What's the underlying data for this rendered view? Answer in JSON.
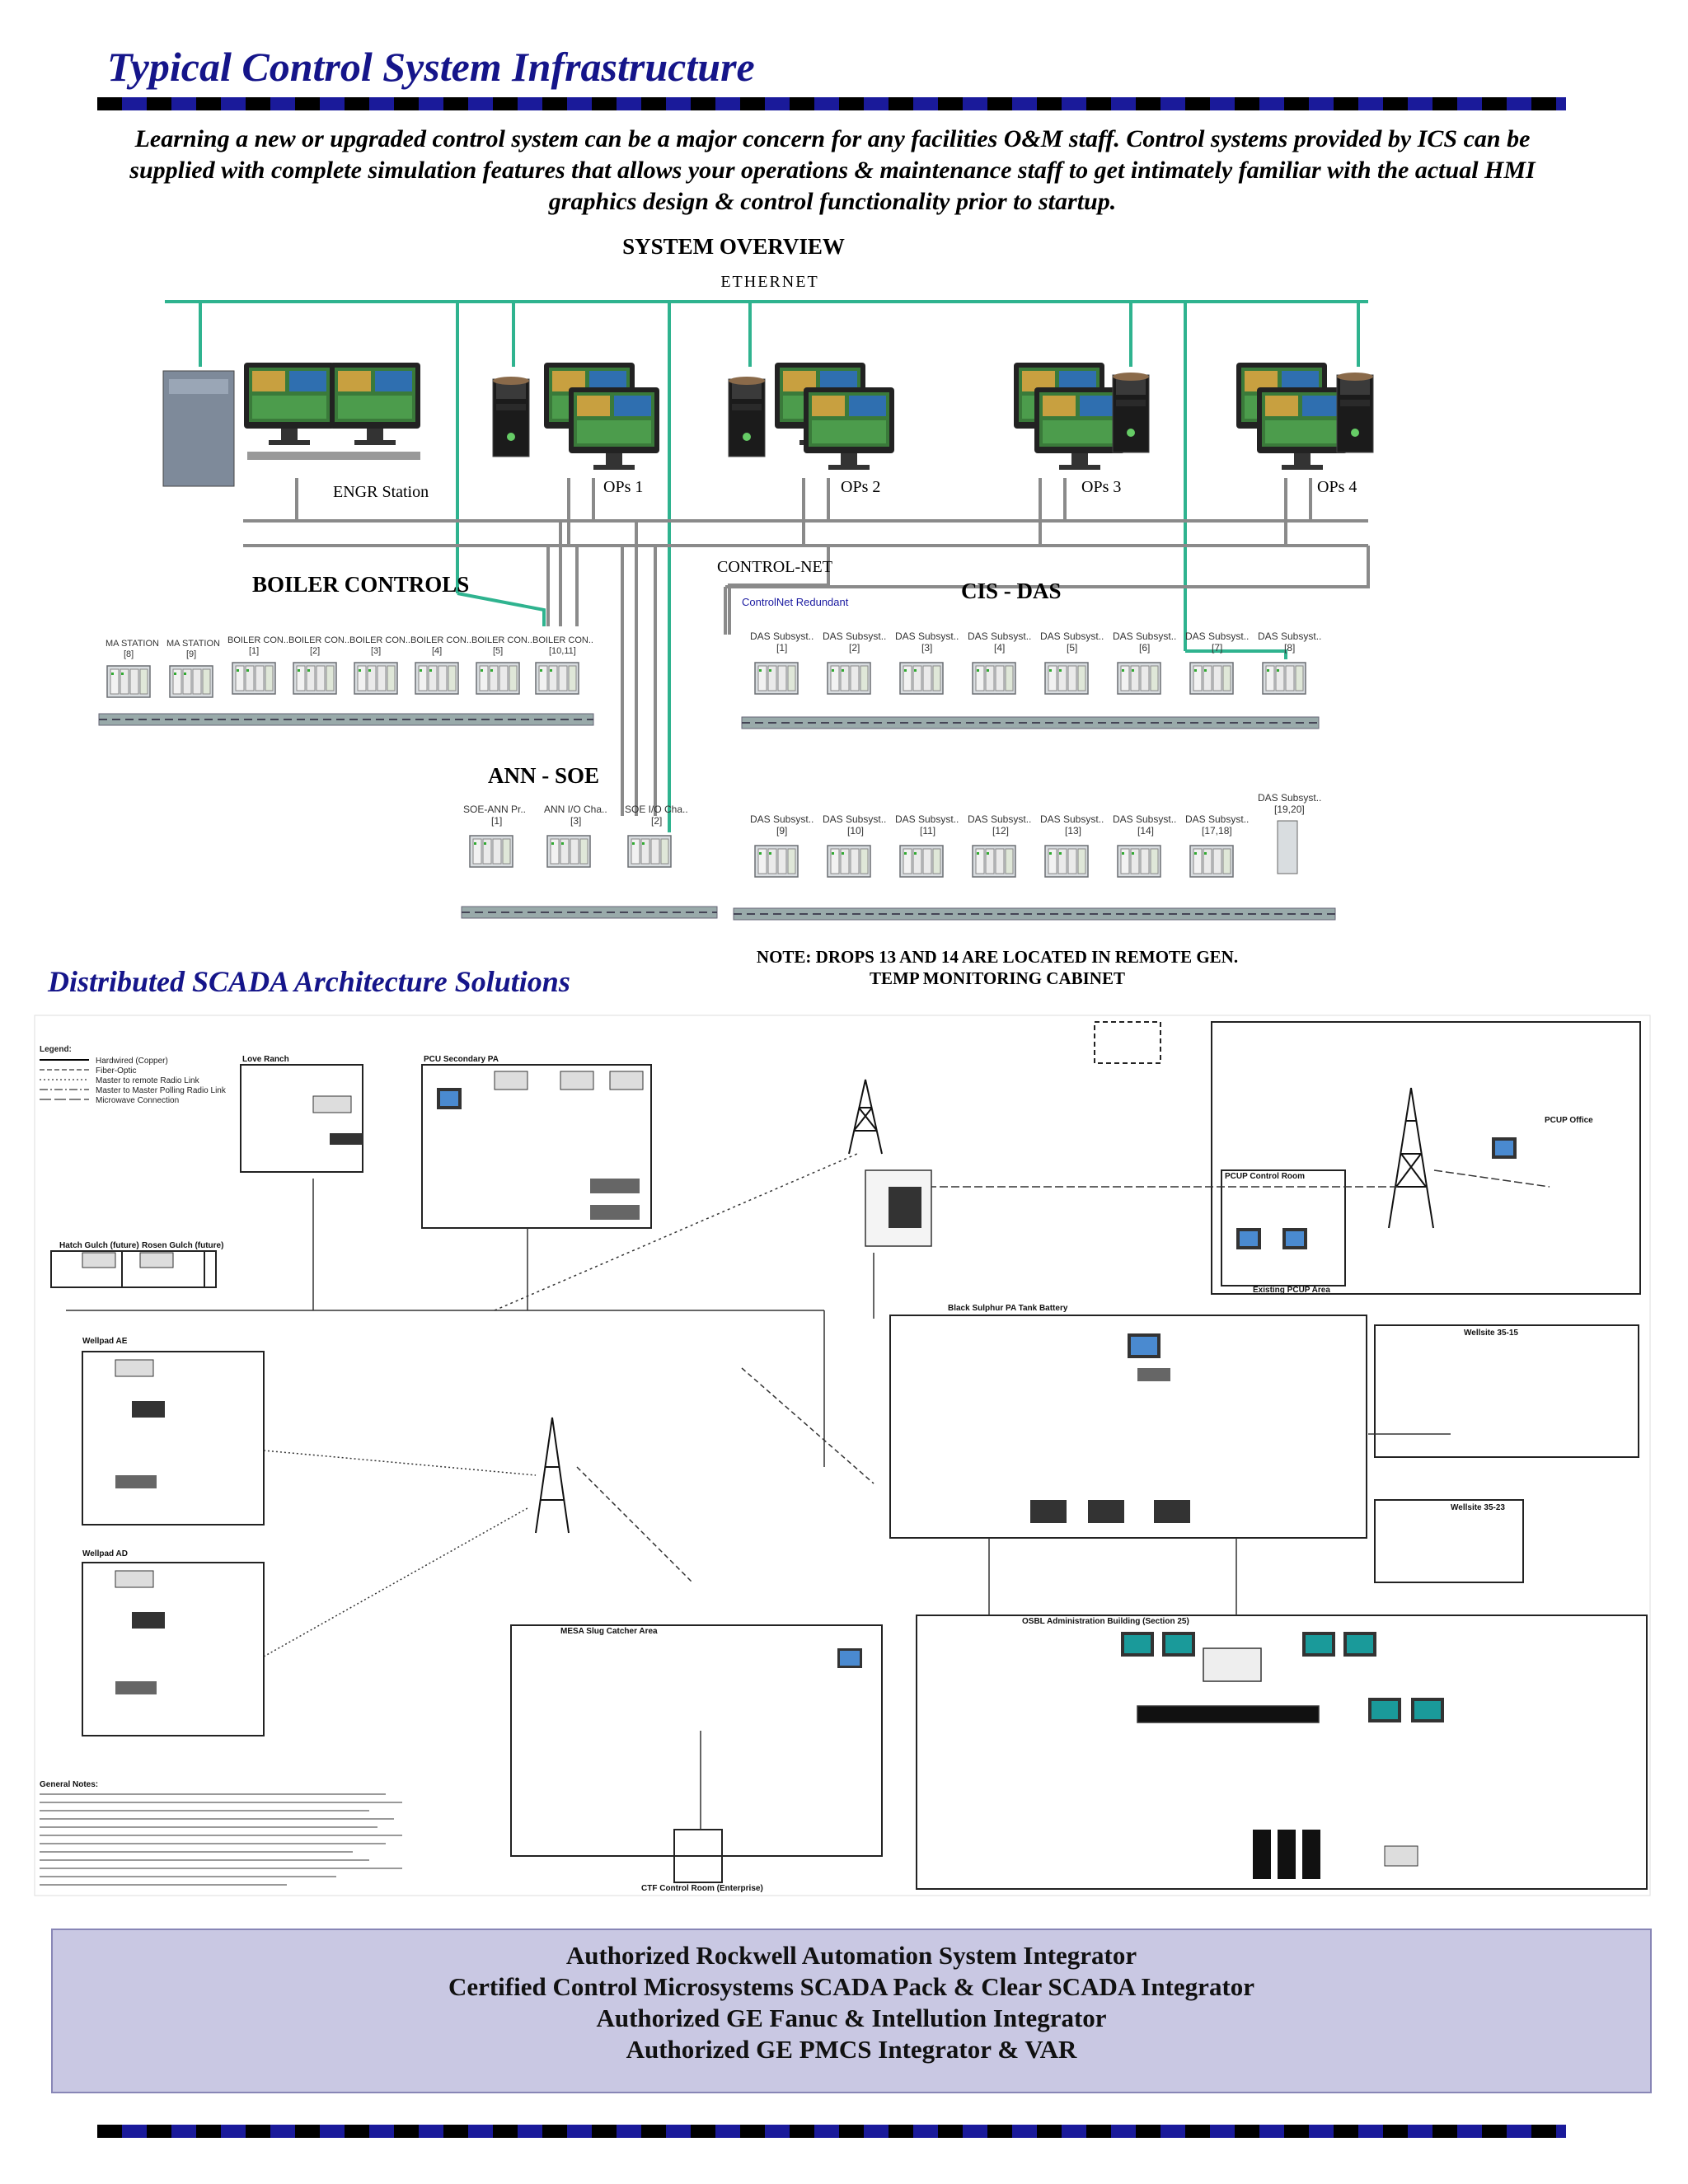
{
  "title": "Typical Control System Infrastructure",
  "intro": "Learning a new or upgraded control system can be a major concern for any facilities O&M staff.  Control systems provided by ICS can be supplied with complete simulation features that allows your operations & maintenance staff  to get intimately familiar with the actual HMI graphics design & control functionality prior to startup.",
  "overview": {
    "heading": "SYSTEM OVERVIEW",
    "ethernet": "ETHERNET",
    "stations": [
      "ENGR Station",
      "OPs 1",
      "OPs 2",
      "OPs 3",
      "OPs 4"
    ],
    "boiler_heading": "BOILER CONTROLS",
    "controlnet": "CONTROL-NET",
    "controlnet_redundant": "ControlNet  Redundant",
    "cisdas_heading": "CIS - DAS",
    "annsoe_heading": "ANN - SOE",
    "boiler_nodes": [
      {
        "label": "MA STATION",
        "num": "[8]"
      },
      {
        "label": "MA STATION",
        "num": "[9]"
      },
      {
        "label": "BOILER CON..",
        "num": "[1]"
      },
      {
        "label": "BOILER CON..",
        "num": "[2]"
      },
      {
        "label": "BOILER CON..",
        "num": "[3]"
      },
      {
        "label": "BOILER CON..",
        "num": "[4]"
      },
      {
        "label": "BOILER CON..",
        "num": "[5]"
      },
      {
        "label": "BOILER CON..",
        "num": "[10,11]"
      }
    ],
    "das_row1": [
      {
        "label": "DAS Subsyst..",
        "num": "[1]"
      },
      {
        "label": "DAS Subsyst..",
        "num": "[2]"
      },
      {
        "label": "DAS Subsyst..",
        "num": "[3]"
      },
      {
        "label": "DAS Subsyst..",
        "num": "[4]"
      },
      {
        "label": "DAS Subsyst..",
        "num": "[5]"
      },
      {
        "label": "DAS Subsyst..",
        "num": "[6]"
      },
      {
        "label": "DAS Subsyst..",
        "num": "[7]"
      },
      {
        "label": "DAS Subsyst..",
        "num": "[8]"
      }
    ],
    "das_row2": [
      {
        "label": "DAS Subsyst..",
        "num": "[9]"
      },
      {
        "label": "DAS Subsyst..",
        "num": "[10]"
      },
      {
        "label": "DAS Subsyst..",
        "num": "[11]"
      },
      {
        "label": "DAS Subsyst..",
        "num": "[12]"
      },
      {
        "label": "DAS Subsyst..",
        "num": "[13]"
      },
      {
        "label": "DAS Subsyst..",
        "num": "[14]"
      },
      {
        "label": "DAS Subsyst..",
        "num": "[17,18]"
      },
      {
        "label": "DAS Subsyst..",
        "num": "[19,20]"
      }
    ],
    "annsoe_nodes": [
      {
        "label": "SOE-ANN Pr..",
        "num": "[1]"
      },
      {
        "label": "ANN I/O Cha..",
        "num": "[3]"
      },
      {
        "label": "SOE I/O Cha..",
        "num": "[2]"
      }
    ],
    "note_line1": "NOTE: DROPS 13 AND 14 ARE LOCATED IN REMOTE GEN.",
    "note_line2": "TEMP MONITORING CABINET"
  },
  "scada": {
    "heading": "Distributed SCADA Architecture Solutions",
    "legend_title": "Legend:",
    "legend_items": [
      "Hardwired (Copper)",
      "Fiber-Optic",
      "Master to remote Radio Link",
      "Master to Master Polling Radio Link",
      "Microwave Connection"
    ],
    "areas": [
      "Love Ranch",
      "PCU Secondary PA",
      "PCUP Office",
      "PCUP Control Room",
      "Hatch Gulch (future)",
      "Rosen Gulch (future)",
      "Wellpad AE",
      "Wellpad AD",
      "Black Sulphur PA Tank Battery",
      "Wellsite 35-15",
      "Wellsite 35-23",
      "MESA Slug Catcher Area",
      "OSBL Administration Building (Section 25)",
      "CTF Control Room (Enterprise)",
      "Existing PCUP Area"
    ],
    "general_notes_title": "General Notes:"
  },
  "footer": [
    "Authorized Rockwell Automation System Integrator",
    "Certified Control Microsystems SCADA Pack & Clear SCADA Integrator",
    "Authorized GE Fanuc & Intellution Integrator",
    "Authorized GE PMCS Integrator & VAR"
  ],
  "colors": {
    "title": "#15158a",
    "ethernet": "#2fb38f",
    "network": "#8a8a8a",
    "footer_bg": "#c9c8e3"
  }
}
